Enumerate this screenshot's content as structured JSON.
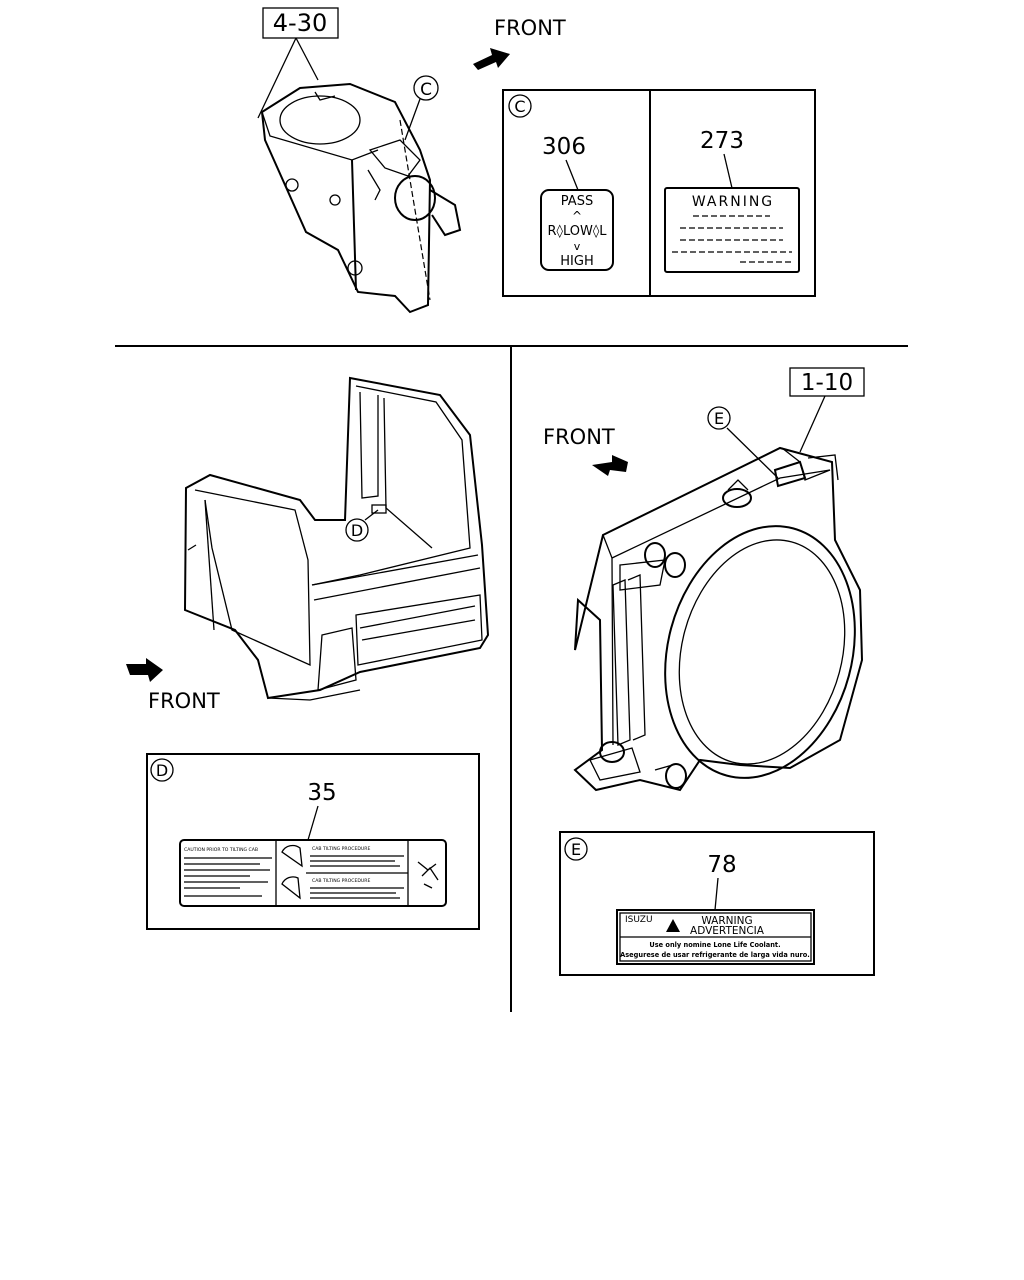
{
  "callouts": {
    "ref_4_30": "4-30",
    "ref_1_10": "1-10",
    "front_top": "FRONT",
    "front_left": "FRONT",
    "front_right": "FRONT",
    "marker_c": "C",
    "marker_d": "D",
    "marker_e": "E"
  },
  "panel_c": {
    "letter": "C",
    "left": {
      "part_no": "306",
      "top": "PASS",
      "up_arrow": "^",
      "row": "R◊LOW◊L",
      "down_arrow": "v",
      "bottom": "HIGH"
    },
    "right": {
      "part_no": "273",
      "heading": "WARNING"
    }
  },
  "panel_d": {
    "letter": "D",
    "part_no": "35",
    "left_heading": "CAUTION PRIOR TO TILTING CAB",
    "right_heading_1": "CAB TILTING PROCEDURE",
    "right_heading_2": "CAB TILTING PROCEDURE"
  },
  "panel_e": {
    "letter": "E",
    "part_no": "78",
    "brand": "ISUZU",
    "title_en": "WARNING",
    "title_es": "ADVERTENCIA",
    "line_1": "Use only nomine Lone Life Coolant.",
    "line_2": "Asegurese de usar refrigerante de larga vida nuro."
  }
}
